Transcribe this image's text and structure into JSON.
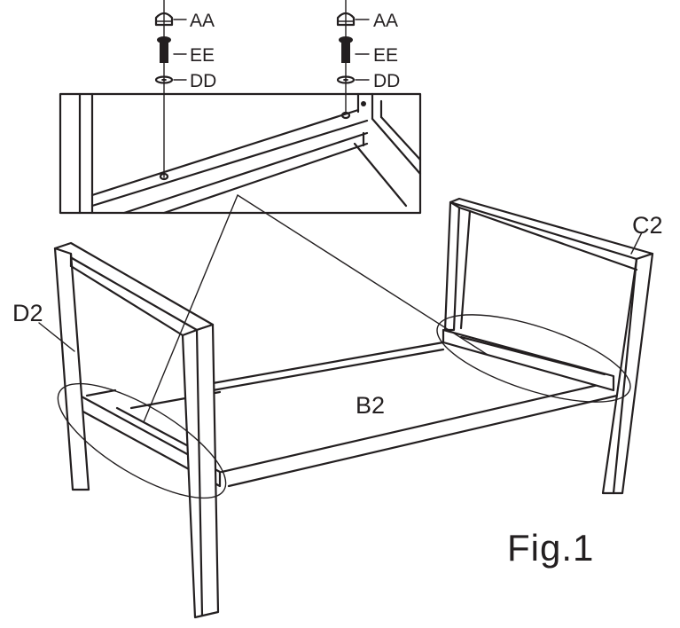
{
  "labels": {
    "bolt_cap": "AA",
    "bolt": "EE",
    "washer": "DD",
    "right_frame": "C2",
    "left_frame": "D2",
    "base_frame": "B2",
    "figure": "Fig.1"
  },
  "colors": {
    "ink": "#231f20",
    "paper": "#ffffff"
  },
  "icons": [
    "cap-icon",
    "bolt-icon",
    "washer-icon"
  ]
}
